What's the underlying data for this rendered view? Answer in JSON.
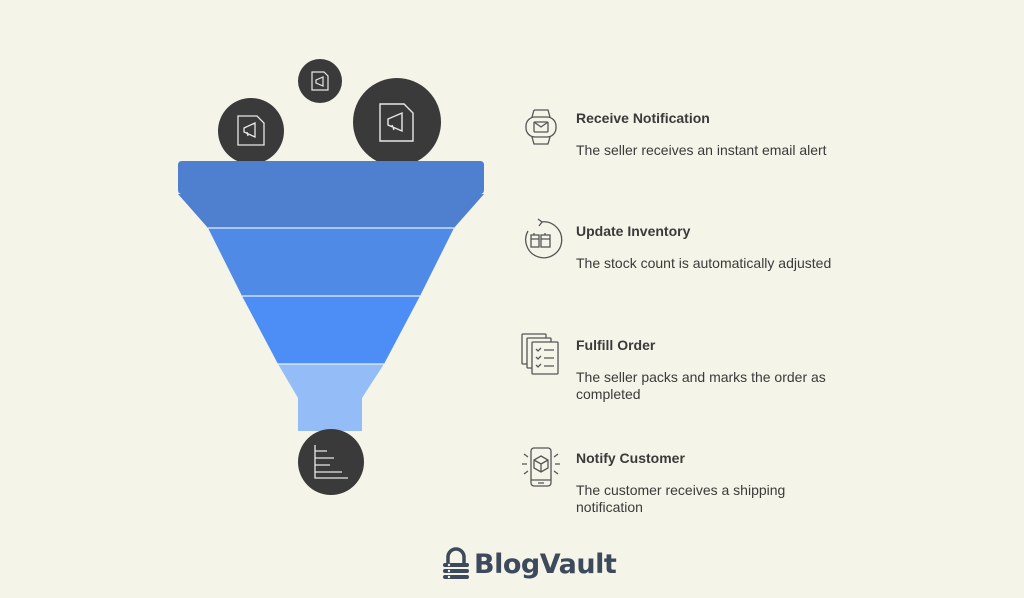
{
  "steps": [
    {
      "title": "Receive Notification",
      "description": "The seller receives an instant email alert",
      "icon": "smartwatch-mail-icon"
    },
    {
      "title": "Update Inventory",
      "description": "The stock count is automatically adjusted",
      "icon": "inventory-refresh-icon"
    },
    {
      "title": "Fulfill Order",
      "description": "The seller packs and marks the order as completed",
      "icon": "checklist-documents-icon"
    },
    {
      "title": "Notify Customer",
      "description": "The customer receives a shipping notification",
      "icon": "phone-package-icon"
    }
  ],
  "brand": {
    "name": "BlogVault"
  },
  "colors": {
    "background": "#f5f4e9",
    "funnel_1": "#4f7fcf",
    "funnel_2": "#4f8ae6",
    "funnel_3": "#4c8ef5",
    "funnel_4": "#94bdf7",
    "circle": "#3a3a3a"
  }
}
